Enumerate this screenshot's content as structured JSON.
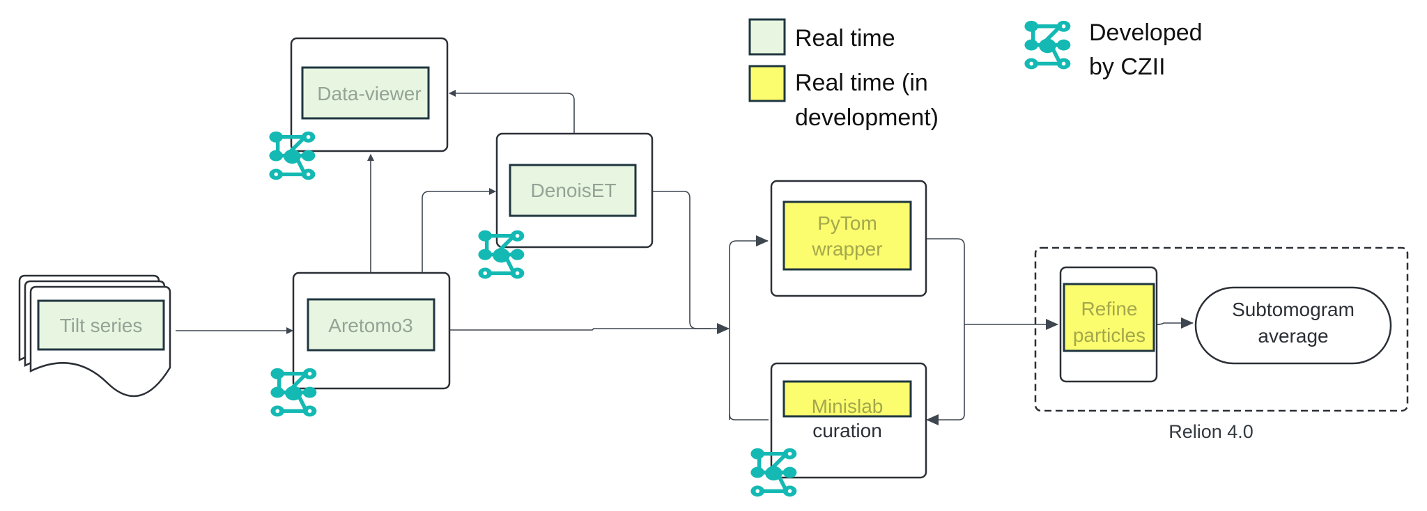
{
  "legend": {
    "real_time": "Real time",
    "real_time_dev_line1": "Real time (in",
    "real_time_dev_line2": "development)",
    "czii_line1": "Developed",
    "czii_line2": "by CZII"
  },
  "nodes": {
    "tilt_series": "Tilt series",
    "aretomo3": "Aretomo3",
    "data_viewer": "Data-viewer",
    "denoiset": "DenoisET",
    "pytom_line1": "PyTom",
    "pytom_line2": "wrapper",
    "minislab": "Minislab",
    "curation": "curation",
    "refine_line1": "Refine",
    "refine_line2": "particles",
    "subtomo_line1": "Subtomogram",
    "subtomo_line2": "average"
  },
  "group": {
    "label": "Relion 4.0"
  },
  "colors": {
    "real_time_fill": "#e8f5e0",
    "in_development_fill": "#fbfc6e",
    "czii_icon": "#14b9b3",
    "stroke": "#1f3640"
  }
}
